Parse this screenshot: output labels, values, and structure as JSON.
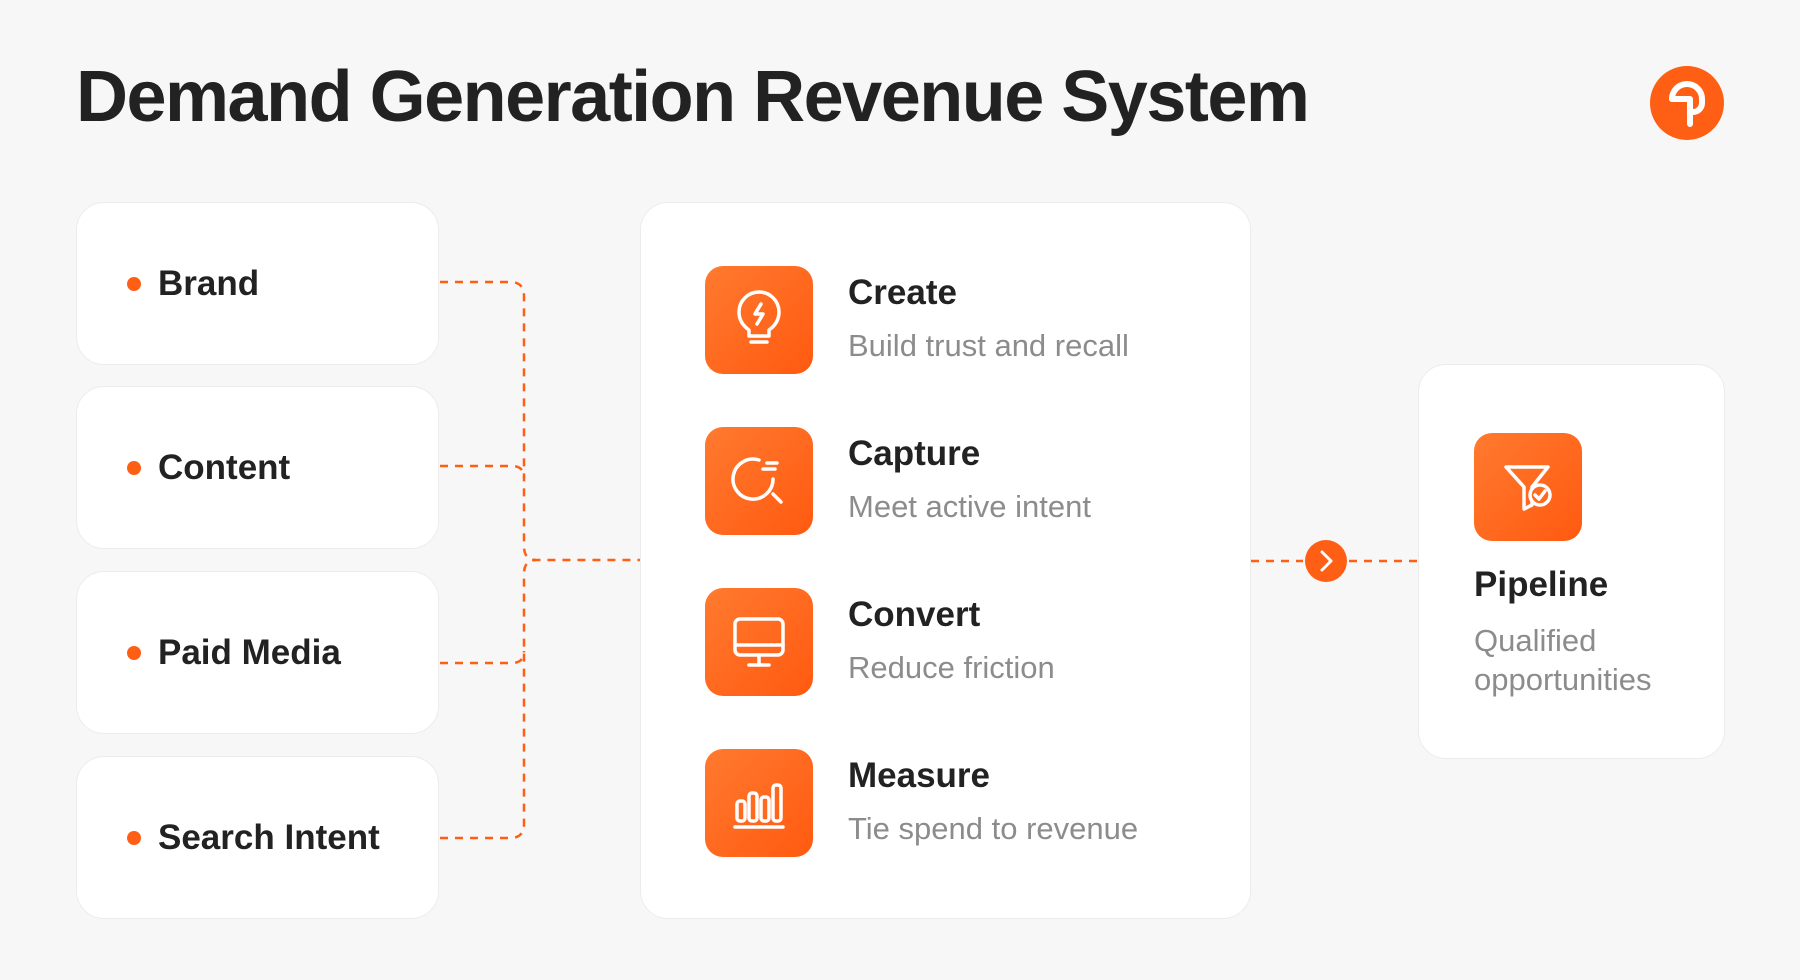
{
  "title": "Demand Generation Revenue System",
  "brand": {
    "logo_icon": "brand-logo-icon",
    "accent_color": "#FF5F14"
  },
  "sources": [
    {
      "label": "Brand"
    },
    {
      "label": "Content"
    },
    {
      "label": "Paid Media"
    },
    {
      "label": "Search Intent"
    }
  ],
  "steps": [
    {
      "name": "Create",
      "description": "Build trust and recall",
      "icon": "lightbulb-icon"
    },
    {
      "name": "Capture",
      "description": "Meet active intent",
      "icon": "magnifier-icon"
    },
    {
      "name": "Convert",
      "description": "Reduce friction",
      "icon": "monitor-icon"
    },
    {
      "name": "Measure",
      "description": "Tie spend to revenue",
      "icon": "bar-chart-icon"
    }
  ],
  "output": {
    "name": "Pipeline",
    "description": "Qualified opportunities",
    "icon": "funnel-check-icon"
  },
  "flow_arrow_icon": "chevron-right-icon"
}
